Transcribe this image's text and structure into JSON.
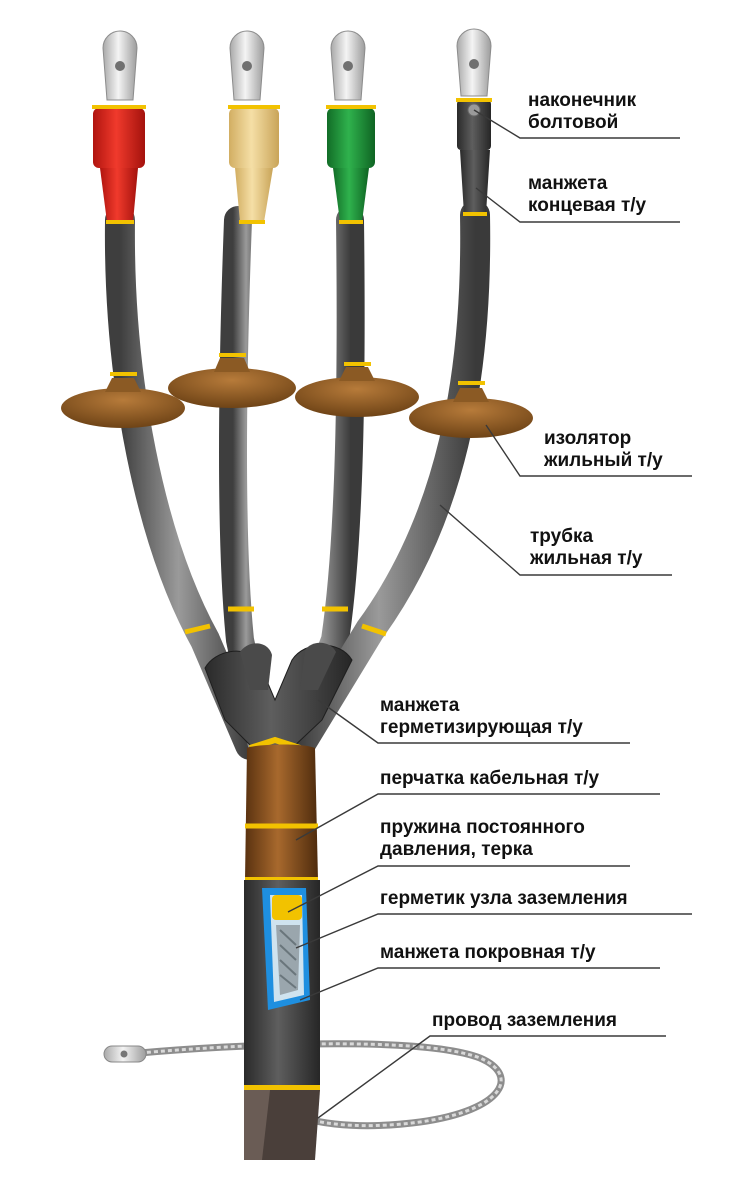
{
  "labels": {
    "lug": [
      "наконечник",
      "болтовой"
    ],
    "end_cap": [
      "манжета",
      "концевая т/у"
    ],
    "insulator": [
      "изолятор",
      "жильный т/у"
    ],
    "tube": [
      "трубка",
      "жильная т/у"
    ],
    "sealing_cuff": [
      "манжета",
      "герметизирующая т/у"
    ],
    "glove": [
      "перчатка кабельная т/у"
    ],
    "spring": [
      "пружина постоянного",
      "давления, терка"
    ],
    "sealant": [
      "герметик узла заземления"
    ],
    "cover_cuff": [
      "манжета покровная т/у"
    ],
    "ground_wire": [
      "провод заземления"
    ]
  },
  "colors": {
    "phase_1": "#e0211b",
    "phase_2": "#ecd08a",
    "phase_3": "#1f9a3a",
    "phase_4": "#3c3c3c",
    "tube": "#6f6f6f",
    "insulator": "#8b5a24",
    "glove": "#8a5322",
    "seal_band": "#f2c200",
    "sealant": "#1e8fe0",
    "leader": "#3a3a3a"
  }
}
